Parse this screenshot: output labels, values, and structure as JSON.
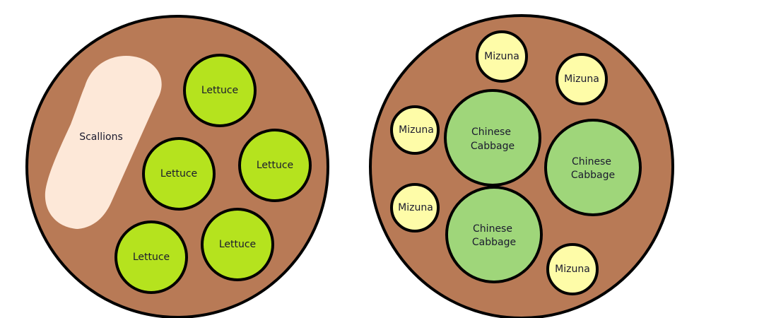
{
  "colors": {
    "soil": "#b87a56",
    "outline": "#000000",
    "lettuce": "#b5e31e",
    "scallions": "#fde8d8",
    "mizuna": "#fefca8",
    "cabbage": "#9fd67a"
  },
  "bed_left": {
    "scallions": {
      "label": "Scallions"
    },
    "plants": [
      {
        "id": "lettuce-1",
        "label": "Lettuce"
      },
      {
        "id": "lettuce-2",
        "label": "Lettuce"
      },
      {
        "id": "lettuce-3",
        "label": "Lettuce"
      },
      {
        "id": "lettuce-4",
        "label": "Lettuce"
      },
      {
        "id": "lettuce-5",
        "label": "Lettuce"
      }
    ]
  },
  "bed_right": {
    "mizuna": [
      {
        "id": "mizuna-1",
        "label": "Mizuna"
      },
      {
        "id": "mizuna-2",
        "label": "Mizuna"
      },
      {
        "id": "mizuna-3",
        "label": "Mizuna"
      },
      {
        "id": "mizuna-4",
        "label": "Mizuna"
      },
      {
        "id": "mizuna-5",
        "label": "Mizuna"
      }
    ],
    "cabbage": [
      {
        "id": "cabbage-1",
        "line1": "Chinese",
        "line2": "Cabbage"
      },
      {
        "id": "cabbage-2",
        "line1": "Chinese",
        "line2": "Cabbage"
      },
      {
        "id": "cabbage-3",
        "line1": "Chinese",
        "line2": "Cabbage"
      }
    ]
  }
}
